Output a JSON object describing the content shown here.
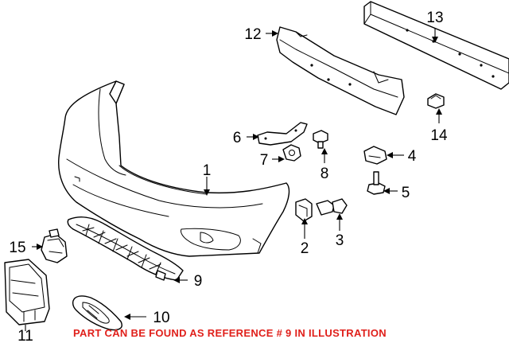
{
  "callouts": [
    "1",
    "2",
    "3",
    "4",
    "5",
    "6",
    "7",
    "8",
    "9",
    "10",
    "11",
    "12",
    "13",
    "14",
    "15"
  ],
  "note": {
    "text": "PART CAN BE FOUND AS REFERENCE # 9 IN ILLUSTRATION",
    "color": "#e0201b"
  }
}
